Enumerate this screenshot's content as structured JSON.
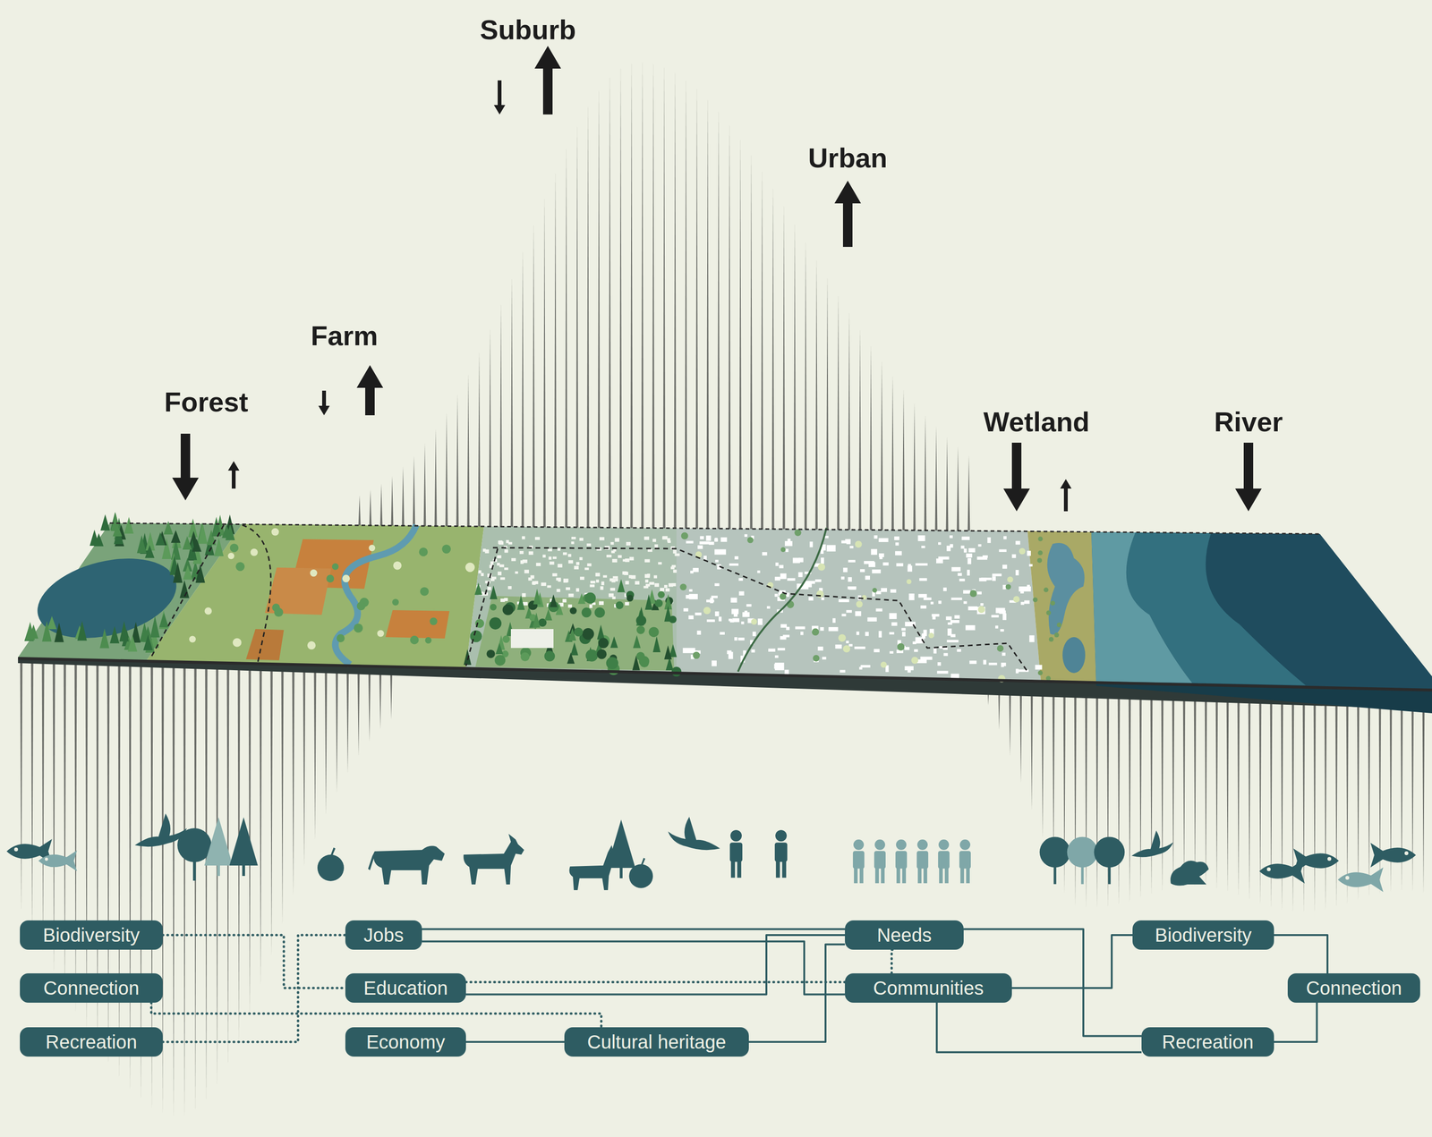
{
  "diagram": {
    "nodes": [
      {
        "text": [
          "Biodiversity"
        ]
      },
      {
        "text": [
          "Connection"
        ]
      },
      {
        "text": [
          "Recreation"
        ]
      },
      {
        "text": [
          "Jobs"
        ]
      },
      {
        "text": [
          "Education"
        ]
      },
      {
        "text": [
          "Economy"
        ]
      },
      {
        "text": [
          "Cultural heritage"
        ]
      },
      {
        "text": [
          "Needs"
        ]
      },
      {
        "text": [
          "Communities"
        ]
      },
      {
        "text": [
          "Biodiversity"
        ]
      },
      {
        "text": [
          "Connection"
        ]
      },
      {
        "text": [
          "Recreation"
        ]
      }
    ],
    "edges": [
      {
        "from": 0,
        "to": 4,
        "arrow": "none"
      },
      {
        "from": 1,
        "to": 6,
        "arrow": "none"
      },
      {
        "from": 2,
        "to": 3,
        "arrow": "none"
      },
      {
        "from": 4,
        "to": 8,
        "arrow": "none"
      },
      {
        "from": 3,
        "to": 7,
        "arrow": "none"
      },
      {
        "from": 3,
        "to": 8,
        "arrow": "none"
      },
      {
        "from": 4,
        "to": 7,
        "arrow": "none"
      },
      {
        "from": 6,
        "to": 7,
        "arrow": "none"
      },
      {
        "from": 5,
        "to": 6,
        "arrow": "none"
      },
      {
        "from": 7,
        "to": 11,
        "arrow": "none"
      },
      {
        "from": 7,
        "to": 8,
        "arrow": "none"
      },
      {
        "from": 8,
        "to": 9,
        "arrow": "none"
      },
      {
        "from": 8,
        "to": 11,
        "arrow": "none"
      },
      {
        "from": 9,
        "to": 10,
        "arrow": "none"
      },
      {
        "from": 10,
        "to": 11,
        "arrow": "none"
      }
    ],
    "labels": [
      "Suburb",
      "Urban",
      "Farm",
      "Forest",
      "Wetland",
      "River"
    ]
  }
}
